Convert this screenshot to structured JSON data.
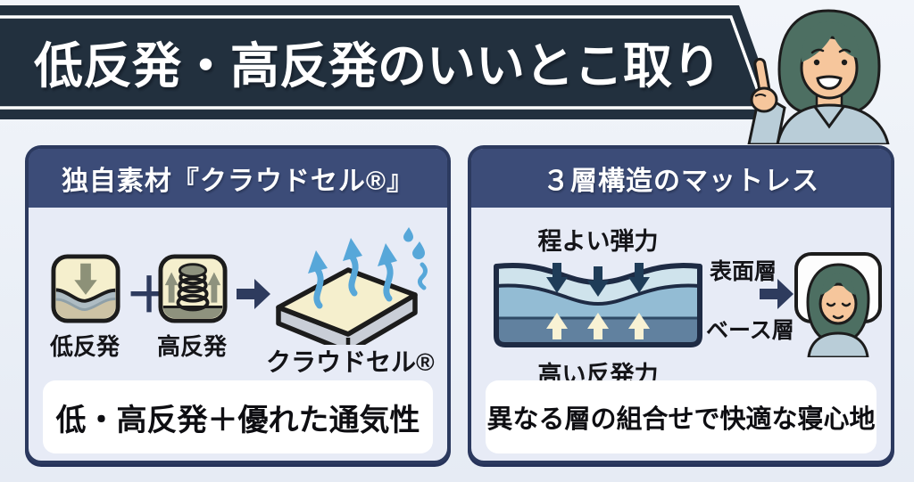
{
  "banner": {
    "title": "低反発・高反発のいいとこ取り"
  },
  "illustration": {
    "presenter_icon": "pointing-woman-icon"
  },
  "left_panel": {
    "header": "独自素材『クラウドセル®』",
    "plus_sign": "＋",
    "items": [
      {
        "icon": "low-resilience-icon",
        "label": "低反発"
      },
      {
        "icon": "high-resilience-icon",
        "label": "高反発"
      },
      {
        "icon": "breathable-mattress-icon",
        "label": "クラウドセル®"
      }
    ],
    "summary": "低・高反発＋優れた通気性"
  },
  "right_panel": {
    "header": "３層構造のマットレス",
    "diagram": {
      "label_top": "程よい弾力",
      "label_surface": "表面層",
      "label_base": "ベース層",
      "label_bottom": "高い反発力",
      "layers_icon": "three-layer-mattress-icon",
      "result_icon": "sleeping-person-icon"
    },
    "summary": "異なる層の組合せで快適な寝心地"
  },
  "colors": {
    "banner_bg": "#22303e",
    "panel_header_bg": "#3c4c78",
    "panel_border": "#2c3a5f",
    "panel_body_bg": "#e7ebf6",
    "page_bg": "#eef2f8",
    "accent_navy": "#2e3b5e",
    "breath_blue": "#57a7d9",
    "icon_cream": "#f5efcd",
    "icon_olive": "#8d9178",
    "layer_top": "#cfe3ec",
    "layer_mid": "#93bcd4",
    "layer_base": "#61819f"
  }
}
